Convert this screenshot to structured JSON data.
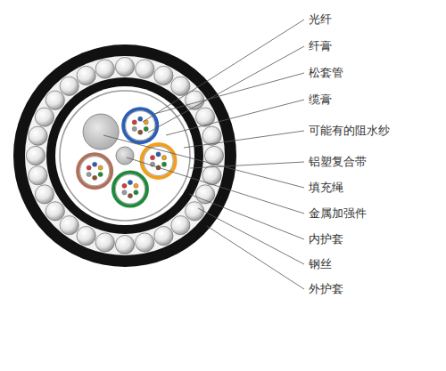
{
  "diagram": {
    "labels": [
      "光纤",
      "纤膏",
      "松套管",
      "缆膏",
      "可能有的阻水纱",
      "铝塑复合带",
      "填充绳",
      "金属加强件",
      "内护套",
      "钢丝",
      "外护套"
    ]
  }
}
